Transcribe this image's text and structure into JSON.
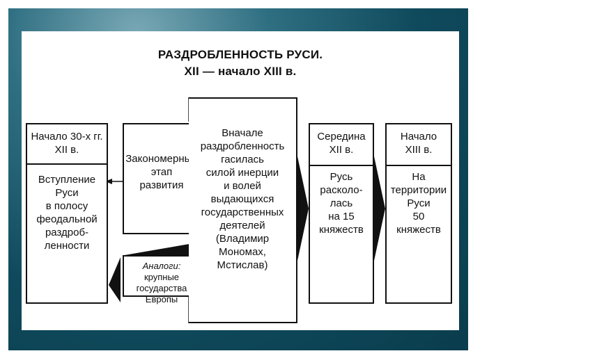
{
  "title_line1": "РАЗДРОБЛЕННОСТЬ РУСИ.",
  "title_line2": "XII — начало XIII в.",
  "col1": {
    "header": "Начало 30-х гг.\nXII в.",
    "body": "Вступление\nРуси\nв полосу\nфеодальной\nраздроб-\nленности"
  },
  "stage": {
    "body": "Закономерный\nэтап\nразвития"
  },
  "analog": {
    "label": "Аналоги:",
    "text_line1": " крупные",
    "text_rest": "государства\nЕвропы"
  },
  "center": {
    "body": "Вначале\nраздробленность\nгасилась\nсилой инерции\nи волей\nвыдающихся\nгосударственных\nдеятелей\n(Владимир\nМономах,\nМстислав)"
  },
  "col3": {
    "header": "Середина\nXII в.",
    "body": "Русь\nраcколо-\nлась\nна 15\nкняжеств"
  },
  "col4": {
    "header": "Начало\nXIII в.",
    "body": "На\nтерритории\nРуси\n50\nкняжеств"
  }
}
